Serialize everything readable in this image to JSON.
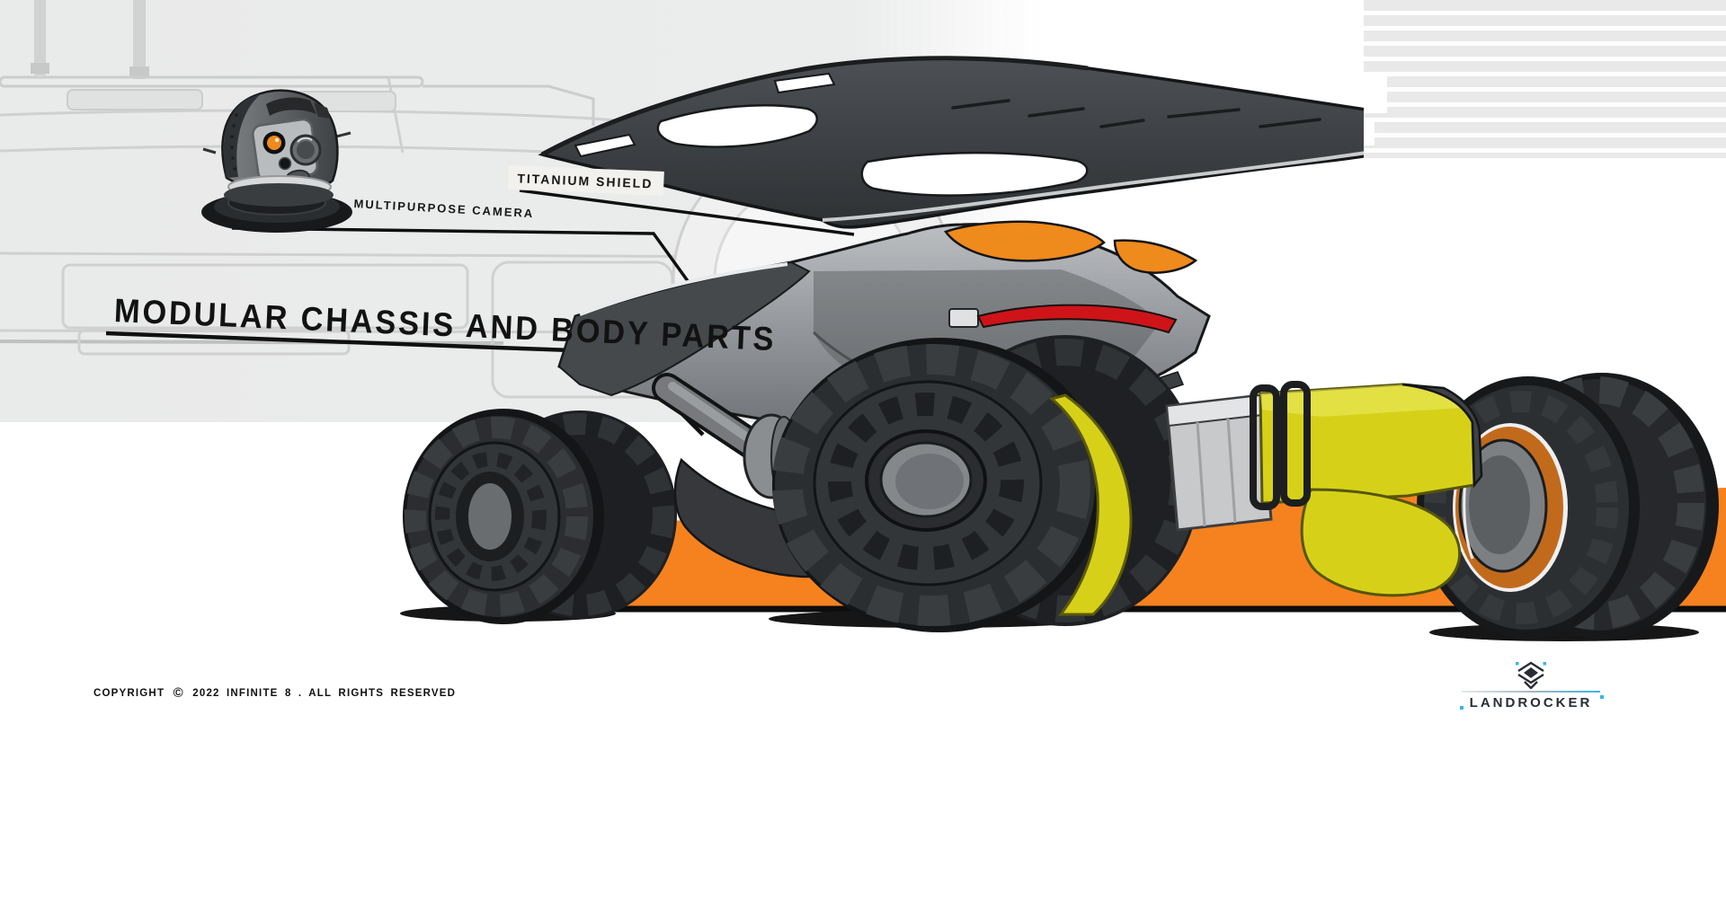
{
  "title": {
    "text": "MODULAR CHASSIS AND BODY PARTS"
  },
  "callouts": {
    "titanium_shield": {
      "label": "TITANIUM SHIELD"
    },
    "multipurpose_camera": {
      "label": "MULTIPURPOSE CAMERA"
    }
  },
  "footer": {
    "copyright_word": "COPYRIGHT",
    "copyright_symbol": "©",
    "copyright_rest": "2022 INFINITE 8 . ALL RIGHTS RESERVED"
  },
  "brand": {
    "name": "LANDROCKER"
  },
  "colors": {
    "ground_orange": "#F5821F",
    "canopy_orange": "#EF8A1D",
    "tail_red": "#CE1418",
    "axle_yellow": "#D6D118",
    "axle_yellow_dark": "#8A8605",
    "hub_orange": "#C26A1C",
    "accent_cyan": "#35B7E9",
    "logo_dark": "#272D35",
    "ink": "#111111"
  }
}
